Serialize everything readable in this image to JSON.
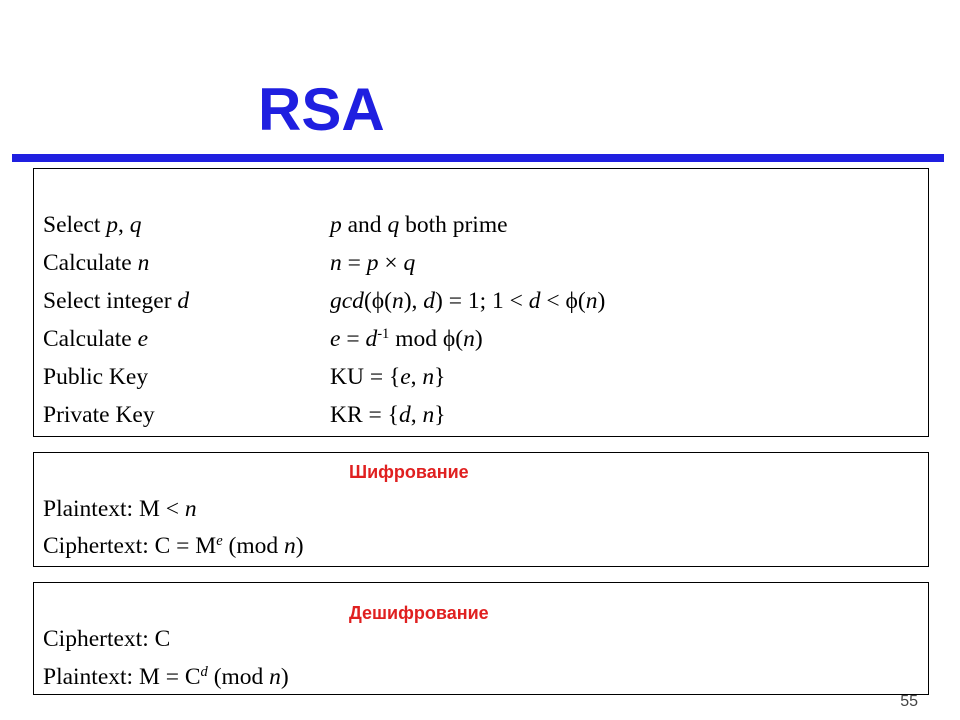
{
  "slide": {
    "title": "RSA",
    "page_number": "55",
    "accent_color": "#1f1fe0",
    "section_color": "#e02020"
  },
  "key_generation": {
    "rows": [
      {
        "label": "Select p, q",
        "value": "p and q both prime"
      },
      {
        "label": "Calculate n",
        "value": "n = p × q"
      },
      {
        "label": "Select integer d",
        "value": "gcd(ϕ(n), d) = 1; 1 < d < ϕ(n)"
      },
      {
        "label": "Calculate e",
        "value": "e = d-1 mod ϕ(n)"
      },
      {
        "label": "Public Key",
        "value": "KU = {e, n}"
      },
      {
        "label": "Private Key",
        "value": "KR = {d, n}"
      }
    ]
  },
  "encryption": {
    "title": "Шифрование",
    "lines": [
      "Plaintext: M < n",
      "Ciphertext: C = Me (mod n)"
    ]
  },
  "decryption": {
    "title": "Дешифрование",
    "lines": [
      "Ciphertext: C",
      "Plaintext: M = Cd (mod n)"
    ]
  }
}
